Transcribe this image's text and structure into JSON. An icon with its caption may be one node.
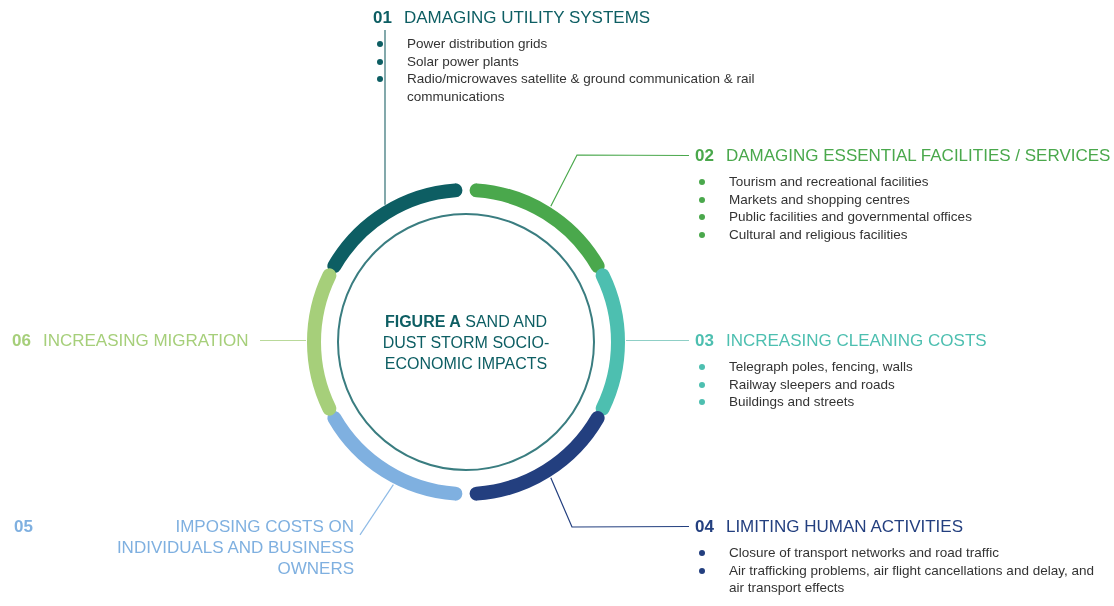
{
  "diagram": {
    "nodes": [
      {
        "text": [
          "**FIGURE A** SAND AND DUST STORM SOCIO-ECONOMIC IMPACTS"
        ]
      },
      {
        "text": [],
        "shape": "arc"
      },
      {
        "text": [],
        "shape": "arc"
      },
      {
        "text": [],
        "shape": "arc"
      },
      {
        "text": [],
        "shape": "arc"
      },
      {
        "text": [],
        "shape": "arc"
      },
      {
        "text": [],
        "shape": "arc"
      },
      {
        "text": [
          "01",
          "DAMAGING UTILITY SYSTEMS",
          "Power distribution grids",
          "Solar power plants",
          "Radio/microwaves satellite & ground communication & rail communications"
        ]
      },
      {
        "text": [
          "02",
          "DAMAGING ESSENTIAL FACILITIES / SERVICES",
          "Tourism and recreational facilities",
          "Markets and shopping centres",
          "Public facilities and governmental offices",
          "Cultural and religious facilities"
        ]
      },
      {
        "text": [
          "03",
          "INCREASING CLEANING COSTS",
          "Telegraph poles, fencing, walls",
          "Railway sleepers and roads",
          "Buildings and streets"
        ]
      },
      {
        "text": [
          "04",
          "LIMITING HUMAN ACTIVITIES",
          "Closure of transport networks and road traffic",
          "Air trafficking problems, air flight cancellations and delay, and air transport effects"
        ]
      },
      {
        "text": [
          "05",
          "IMPOSING COSTS ON INDIVIDUALS AND BUSINESS OWNERS"
        ]
      },
      {
        "text": [
          "06",
          "INCREASING MIGRATION"
        ]
      }
    ],
    "edges": [
      {
        "from": 7,
        "to": 1,
        "arrow": "none",
        "color": "#2f6f73"
      },
      {
        "from": 8,
        "to": 2,
        "arrow": "none",
        "color": "#4aa84c"
      },
      {
        "from": 9,
        "to": 3,
        "arrow": "none",
        "color": "#8fcfc6"
      },
      {
        "from": 10,
        "to": 4,
        "arrow": "none",
        "color": "#233f7f"
      },
      {
        "from": 11,
        "to": 5,
        "arrow": "none",
        "color": "#8fbbe6"
      },
      {
        "from": 12,
        "to": 6,
        "arrow": "none",
        "color": "#b9d99a"
      }
    ]
  }
}
